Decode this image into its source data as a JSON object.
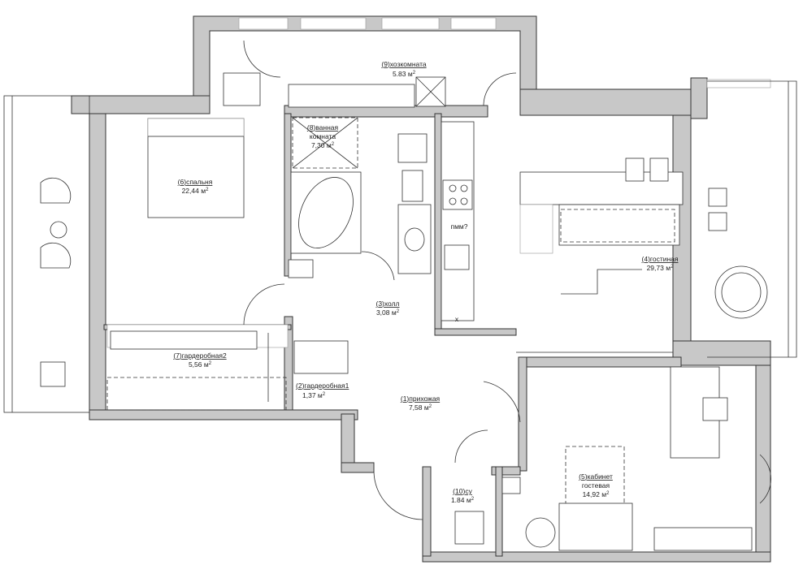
{
  "rooms": [
    {
      "id": "1",
      "name": "прихожая",
      "area": "7,58",
      "unit": "м",
      "sup": "2"
    },
    {
      "id": "2",
      "name": "гардеробная1",
      "area": "1,37",
      "unit": "м",
      "sup": "2"
    },
    {
      "id": "3",
      "name": "холл",
      "area": "3,08",
      "unit": "м",
      "sup": "2"
    },
    {
      "id": "4",
      "name": "гостиная",
      "area": "29,73",
      "unit": "м",
      "sup": "2"
    },
    {
      "id": "5",
      "name": "кабинет",
      "name2": "гостевая",
      "area": "14,92",
      "unit": "м",
      "sup": "2"
    },
    {
      "id": "6",
      "name": "спальня",
      "area": "22,44",
      "unit": "м",
      "sup": "2"
    },
    {
      "id": "7",
      "name": "гардеробная2",
      "area": "5,56",
      "unit": "м",
      "sup": "2"
    },
    {
      "id": "8",
      "name": "ванная",
      "name2": "комната",
      "area": "7,30",
      "unit": "м",
      "sup": "2"
    },
    {
      "id": "9",
      "name": "хозкомната",
      "area": "5.83",
      "unit": "м",
      "sup": "2"
    },
    {
      "id": "10",
      "name": "су",
      "area": "1.84",
      "unit": "м",
      "sup": "2"
    }
  ],
  "annotations": {
    "appliance": "пмм?",
    "mark": "x"
  }
}
